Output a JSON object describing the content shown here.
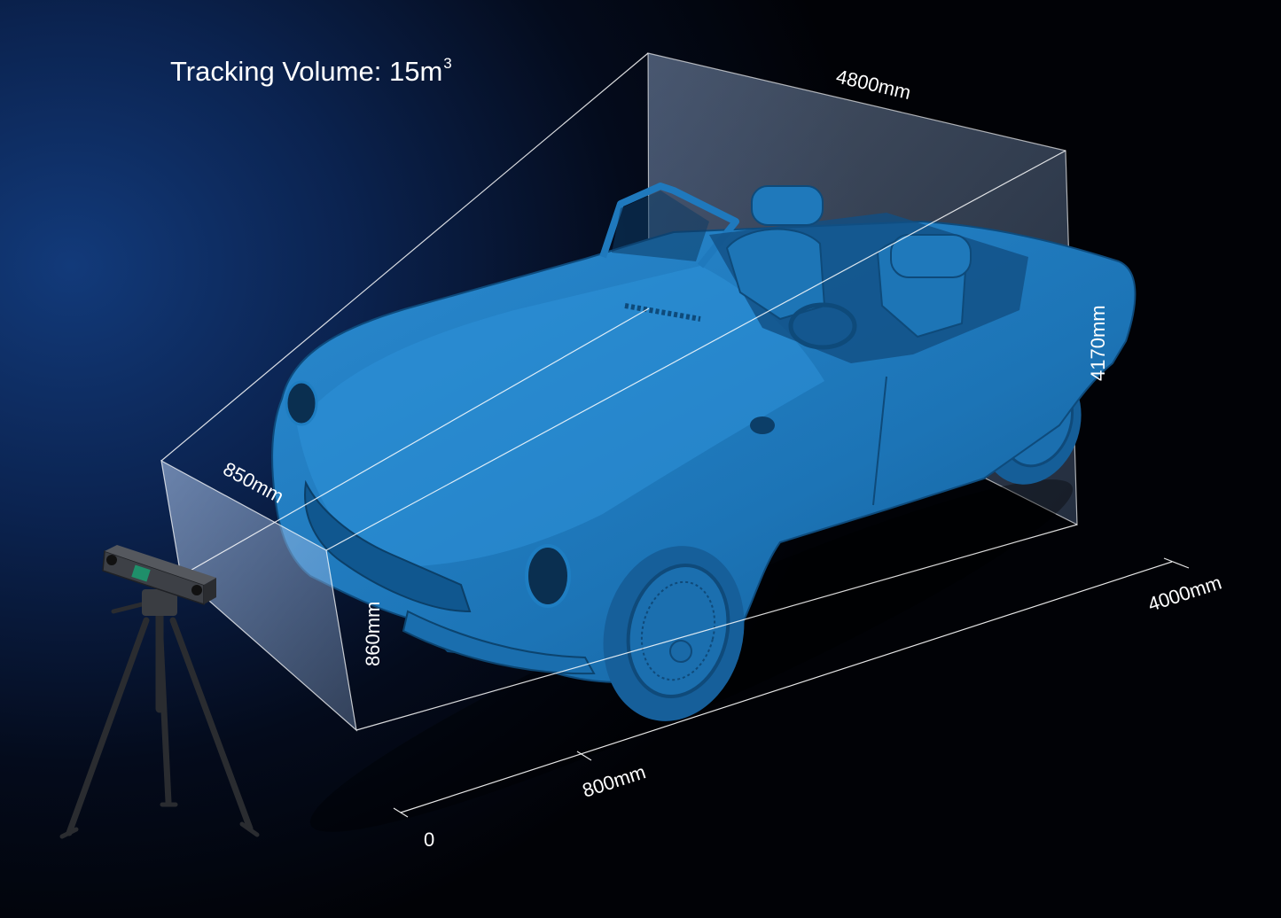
{
  "title": {
    "text": "Tracking Volume:",
    "value": "15m",
    "superscript": "3"
  },
  "dimensions": {
    "far_width": "4800mm",
    "near_width": "850mm",
    "near_height": "860mm",
    "far_height": "4170mm",
    "start_distance": "800mm",
    "end_distance": "4000mm",
    "origin": "0"
  },
  "colors": {
    "car": "#1f77b8",
    "volume_face": "#a9c4ec",
    "lines": "#ffffff"
  }
}
